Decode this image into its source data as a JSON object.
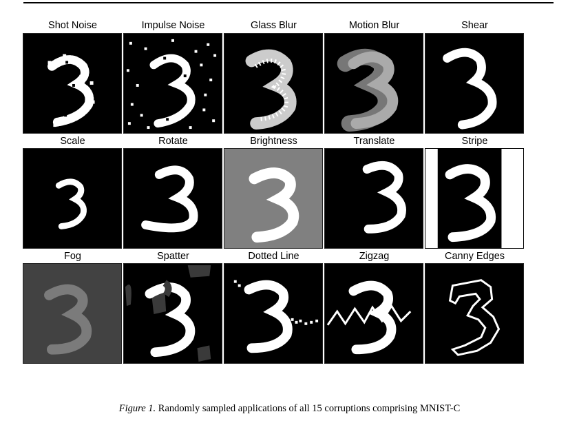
{
  "figure": {
    "panels": [
      {
        "label": "Shot Noise"
      },
      {
        "label": "Impulse Noise"
      },
      {
        "label": "Glass Blur"
      },
      {
        "label": "Motion Blur"
      },
      {
        "label": "Shear"
      },
      {
        "label": "Scale"
      },
      {
        "label": "Rotate"
      },
      {
        "label": "Brightness"
      },
      {
        "label": "Translate"
      },
      {
        "label": "Stripe"
      },
      {
        "label": "Fog"
      },
      {
        "label": "Spatter"
      },
      {
        "label": "Dotted Line"
      },
      {
        "label": "Zigzag"
      },
      {
        "label": "Canny Edges"
      }
    ]
  },
  "caption": {
    "figure_label": "Figure 1.",
    "text": "Randomly sampled applications of all 15 corruptions comprising MNIST-C"
  }
}
